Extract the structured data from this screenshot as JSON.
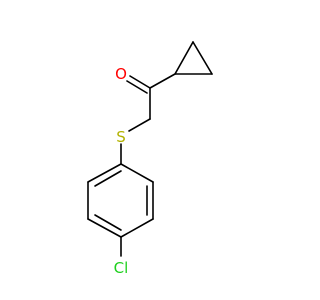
{
  "molecule": {
    "atoms": {
      "oxygen": {
        "symbol": "O",
        "color": "#ff0000"
      },
      "sulfur": {
        "symbol": "S",
        "color": "#b2b200"
      },
      "chlorine": {
        "symbol": "Cl",
        "color": "#1fd01f"
      }
    },
    "bond_color": "#000000"
  }
}
